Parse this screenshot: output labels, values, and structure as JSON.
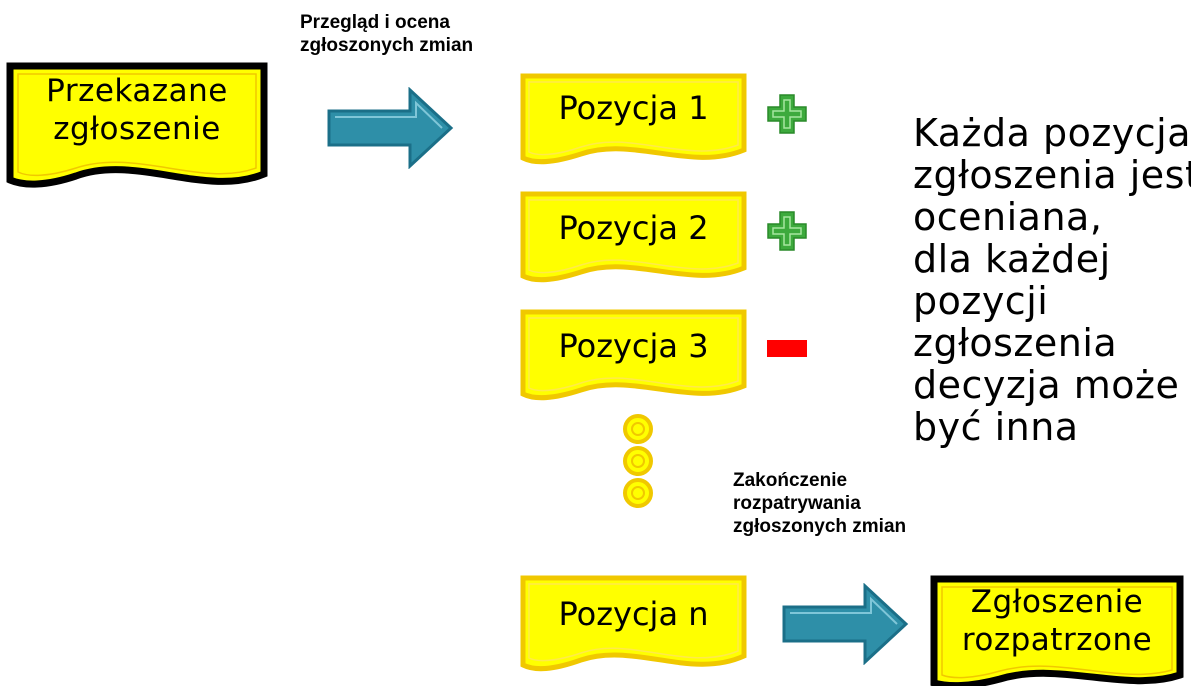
{
  "captions": {
    "review": [
      "Przegląd i ocena",
      "zgłoszonych zmian"
    ],
    "finish": [
      "Zakończenie",
      "rozpatrywania",
      "zgłoszonych zmian"
    ]
  },
  "start_box": [
    "Przekazane",
    "zgłoszenie"
  ],
  "end_box": [
    "Zgłoszenie",
    "rozpatrzone"
  ],
  "items": [
    {
      "label": "Pozycja 1",
      "decision": "plus-icon"
    },
    {
      "label": "Pozycja 2",
      "decision": "plus-icon"
    },
    {
      "label": "Pozycja 3",
      "decision": "minus-icon"
    },
    {
      "label": "Pozycja n",
      "decision": ""
    }
  ],
  "side_text": [
    "Każda pozycja",
    "zgłoszenia jest",
    "oceniana,",
    "dla każdej",
    "pozycji",
    "zgłoszenia",
    "decyzja może",
    "być inna"
  ],
  "colors": {
    "box_fill": "#ffff00",
    "item_border": "#f0c800",
    "start_border": "#000000",
    "arrow": "#2e8fa8",
    "plus": "#3daa3d",
    "minus": "#ff0000",
    "dots": "#f0c800"
  }
}
